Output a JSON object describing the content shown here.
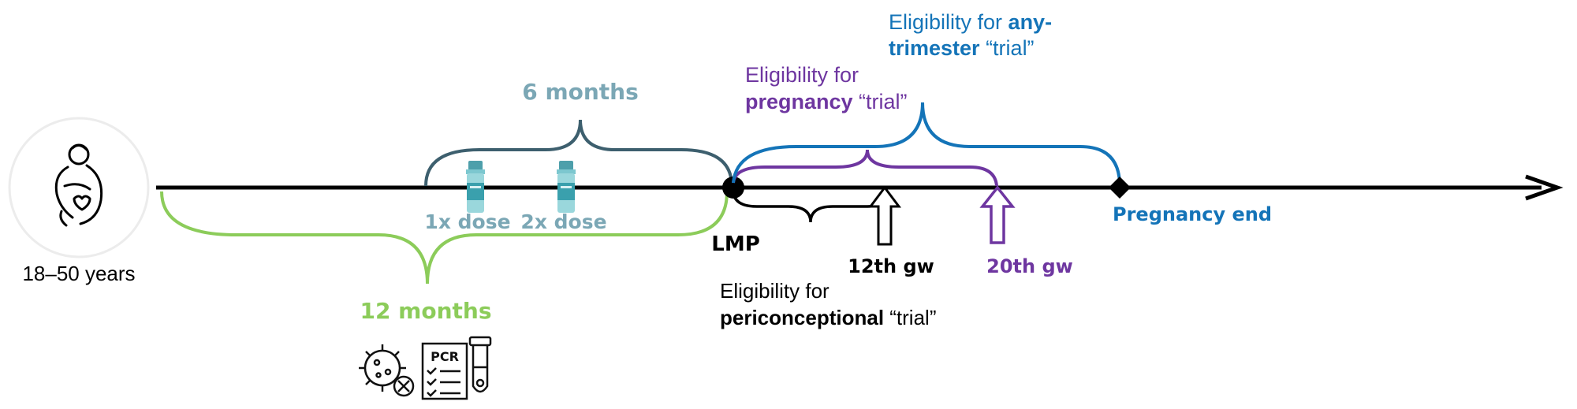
{
  "colors": {
    "axis": "#000000",
    "six_months": "#3d5f6e",
    "six_months_text": "#7ba7b5",
    "twelve_months": "#8ccc5a",
    "pregnancy": "#6e36a0",
    "any_trimester": "#1474b8",
    "vaccine_teal": "#5fb8c2"
  },
  "icons": {
    "person": "pregnant-woman-icon",
    "vaccine": "vaccine-vial-icon",
    "virus": "virus-crossed-icon",
    "pcr": "pcr-test-icon"
  },
  "age_label": "18–50 years",
  "six_months_label": "6 months",
  "twelve_months_label": "12 months",
  "dose1_label": "1x dose",
  "dose2_label": "2x dose",
  "lmp_label": "LMP",
  "gw12_label": "12th gw",
  "gw20_label": "20th gw",
  "pregnancy_end_label": "Pregnancy end",
  "pcr_text": "PCR",
  "periconceptional": {
    "line1": "Eligibility for",
    "bold": "periconceptional",
    "rest": " “trial”"
  },
  "pregnancy_trial": {
    "line1": "Eligibility for",
    "bold": "pregnancy",
    "rest": " “trial”"
  },
  "any_trimester": {
    "line1a": "Eligibility for ",
    "bold1": "any-",
    "bold2": "trimester",
    "rest": " “trial”"
  }
}
